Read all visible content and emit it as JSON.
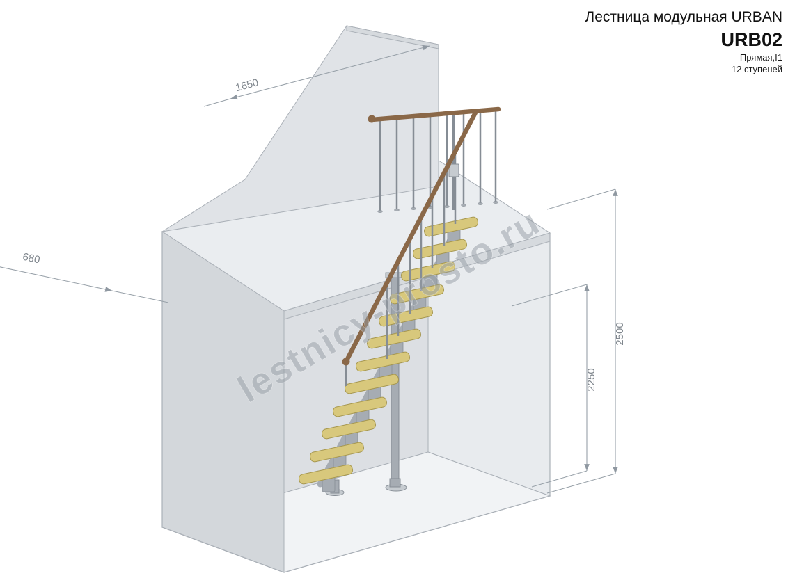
{
  "title_block": {
    "series": "Лестница модульная URBAN",
    "model": "URB02",
    "type": "Прямая,I1",
    "steps": "12 ступеней"
  },
  "dimensions": {
    "d1650": "1650",
    "d680": "680",
    "d2500": "2500",
    "d2250": "2250"
  },
  "watermark": "lestnicy-prosto.ru",
  "colors": {
    "tread": "#d8c87c",
    "tread-edge": "#a6974f",
    "handrail": "#8a6848",
    "metal": "#a6acb3",
    "metal-dark": "#868d95",
    "metal-light": "#c6cbd0",
    "wall": "#e0e3e7",
    "wall-front": "#d3d7db",
    "wall-interior": "#dcdfe3",
    "interior-right": "#e8ebee",
    "floor": "#f1f3f5",
    "platform": "#eaedf0",
    "platform-edge": "#d6dade",
    "outline": "#aab0b7",
    "dim-line": "#97a0a8",
    "dim-text": "#7f868d",
    "watermark": "#949ba4"
  }
}
